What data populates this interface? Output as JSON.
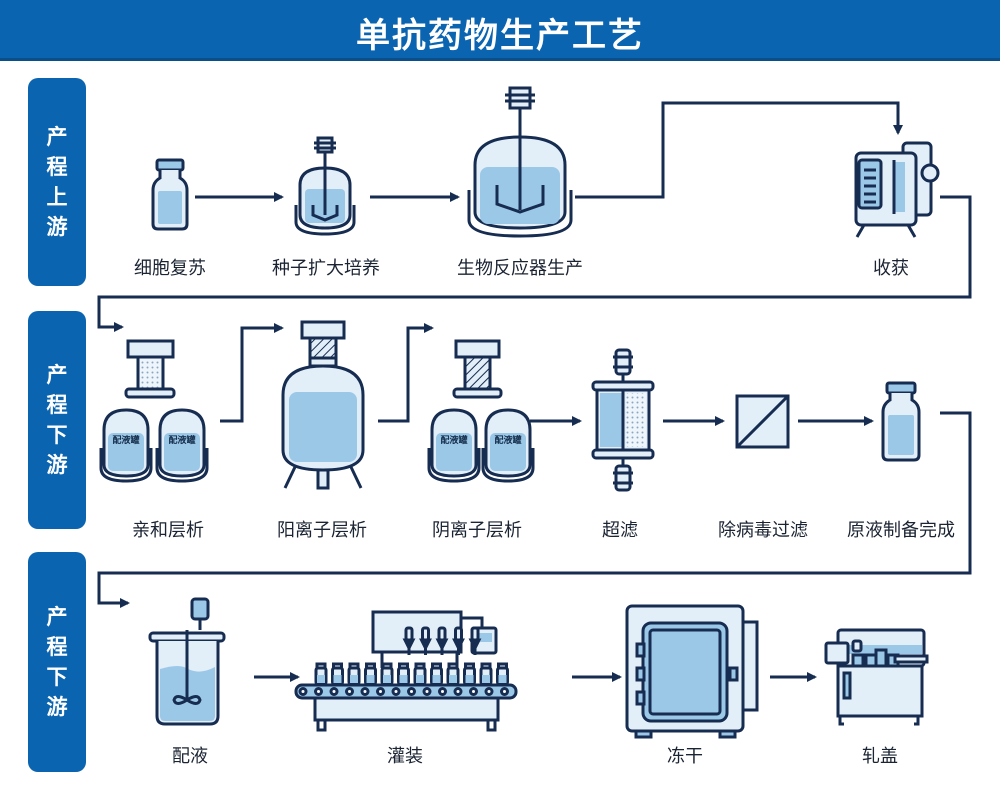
{
  "title": "单抗药物生产工艺",
  "colors": {
    "brand": "#0a64b0",
    "line": "#162c50",
    "fill_light": "#e2eef8",
    "fill_medium": "#9cc8e8"
  },
  "stages": [
    {
      "label": "产程上游",
      "label_chars": [
        "产",
        "程",
        "上",
        "游"
      ]
    },
    {
      "label": "产程下游",
      "label_chars": [
        "产",
        "程",
        "下",
        "游"
      ]
    },
    {
      "label": "产程下游",
      "label_chars": [
        "产",
        "程",
        "下",
        "游"
      ]
    }
  ],
  "steps": {
    "upstream": [
      {
        "label": "细胞复苏",
        "icon": "vial-icon"
      },
      {
        "label": "种子扩大培养",
        "icon": "small-bioreactor-icon"
      },
      {
        "label": "生物反应器生产",
        "icon": "bioreactor-icon"
      },
      {
        "label": "收获",
        "icon": "centrifuge-icon"
      }
    ],
    "downstream": [
      {
        "label": "亲和层析",
        "icon": "affinity-column-icon"
      },
      {
        "label": "阳离子层析",
        "icon": "cation-tank-icon"
      },
      {
        "label": "阴离子层析",
        "icon": "anion-column-icon"
      },
      {
        "label": "超滤",
        "icon": "ultrafiltration-icon"
      },
      {
        "label": "除病毒过滤",
        "icon": "virus-filter-icon"
      },
      {
        "label": "原液制备完成",
        "icon": "vial-icon"
      }
    ],
    "fill_finish": [
      {
        "label": "配液",
        "icon": "mixing-tank-icon"
      },
      {
        "label": "灌装",
        "icon": "filling-line-icon"
      },
      {
        "label": "冻干",
        "icon": "lyophilizer-icon"
      },
      {
        "label": "轧盖",
        "icon": "capping-machine-icon"
      }
    ]
  },
  "tank_tag": "配液罐"
}
